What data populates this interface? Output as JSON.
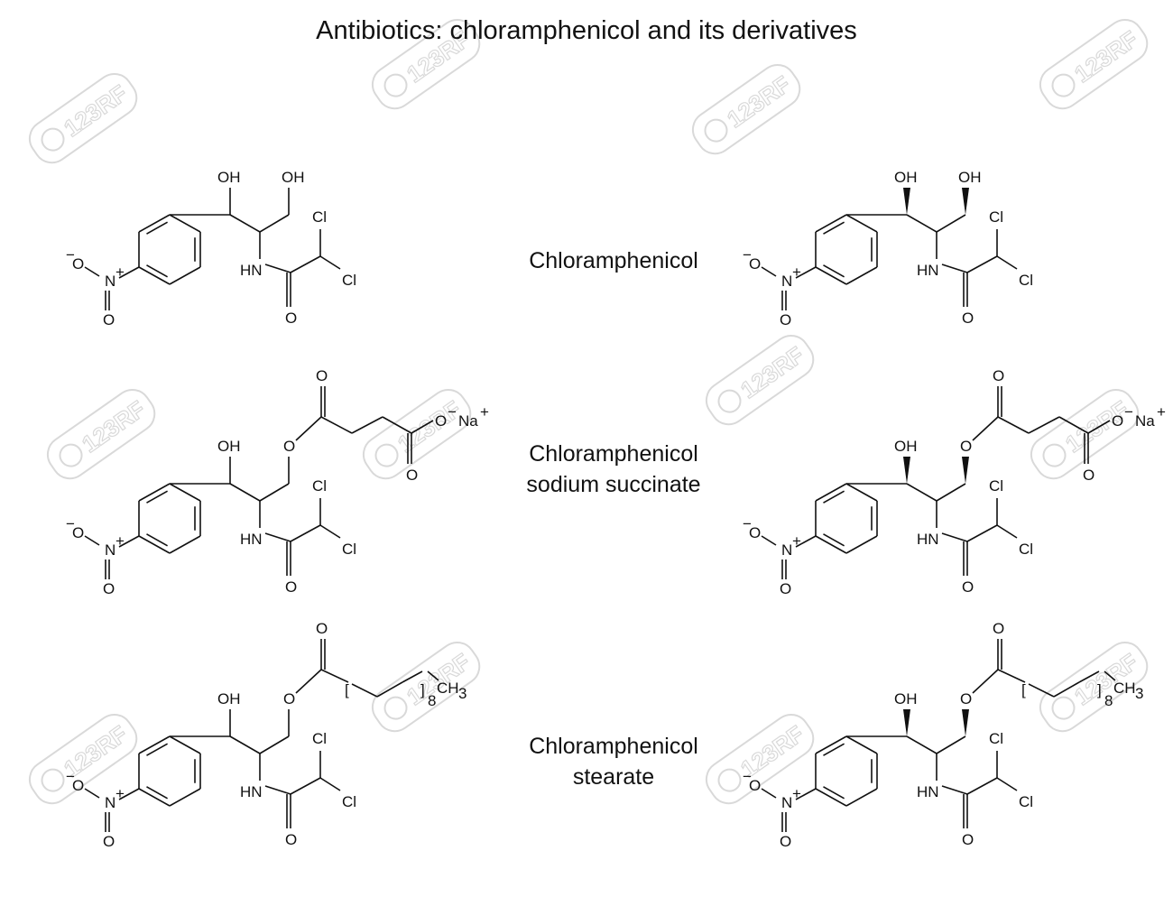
{
  "title": "Antibiotics: chloramphenicol and its derivatives",
  "compounds": [
    {
      "name_lines": [
        "Chloramphenicol"
      ]
    },
    {
      "name_lines": [
        "Chloramphenicol",
        "sodium succinate"
      ]
    },
    {
      "name_lines": [
        "Chloramphenicol",
        "stearate"
      ]
    }
  ],
  "atoms": {
    "oh": "OH",
    "o": "O",
    "hn": "HN",
    "cl": "Cl",
    "n": "N",
    "neg": "−",
    "pos": "+",
    "na": "Na",
    "ch": "CH",
    "three": "3",
    "eight": "8",
    "bracket_open": "[",
    "bracket_close": "]"
  },
  "watermark": {
    "text": "123RF",
    "color": "#d9d9d9"
  }
}
